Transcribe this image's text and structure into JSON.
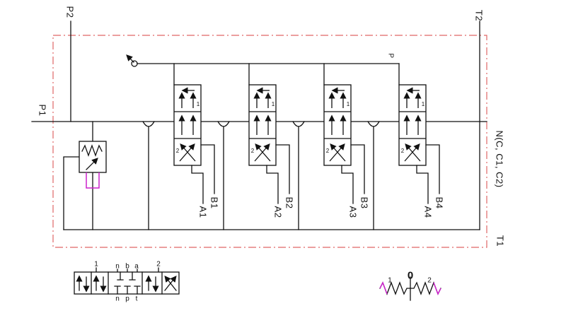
{
  "colors": {
    "line": "#111111",
    "boundary_dash": "#e06666",
    "accent_magenta": "#cc22cc"
  },
  "labels": {
    "p2": "P2",
    "t2": "T2",
    "p1": "P1",
    "t1": "T1",
    "n_port": "N(C, C1, C2)",
    "pilot": "P"
  },
  "ports": {
    "a": [
      "A1",
      "A2",
      "A3",
      "A4"
    ],
    "b": [
      "B1",
      "B2",
      "B3",
      "B4"
    ]
  },
  "valve_positions": {
    "pos1": "1",
    "pos2": "2"
  },
  "legend_valve": {
    "top": [
      "1",
      "n",
      "b",
      "a",
      "2"
    ],
    "bottom": [
      "n",
      "p",
      "t"
    ]
  },
  "legend_spring": {
    "labels": [
      "1",
      "0",
      "2"
    ]
  }
}
